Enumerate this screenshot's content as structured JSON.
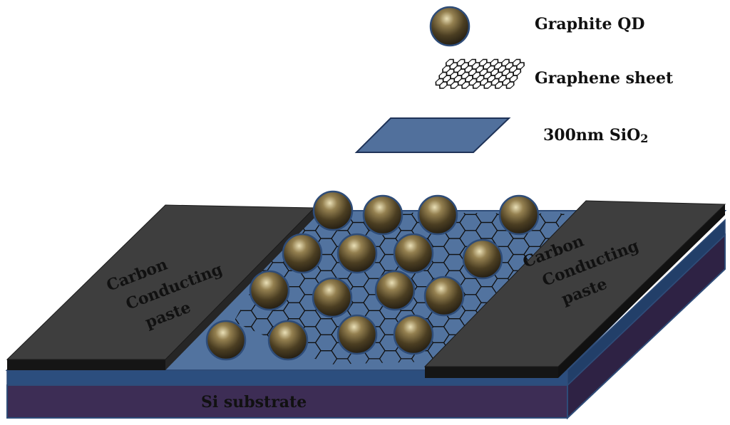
{
  "legend": {
    "quantum_dot_label": "Graphite QD",
    "graphene_label": "Graphene sheet",
    "oxide_label_main": "300nm SiO",
    "oxide_label_subscript": "2"
  },
  "device": {
    "left_paste_lines": [
      "Carbon",
      "Conducting",
      "paste"
    ],
    "right_paste_lines": [
      "Carbon",
      "Conducting",
      "paste"
    ],
    "substrate_label": "Si substrate"
  },
  "colors": {
    "substrate_front": "#3d2d55",
    "substrate_side": "#2e2244",
    "oxide_layer": "#2c4e7e",
    "oxide_top": "#52739f",
    "paste_top": "#3e3e3e",
    "paste_edge": "#151515",
    "quantum_dot": "#5a4a28",
    "outline": "#2e4c78"
  },
  "icons": {
    "quantum_dot": "sphere-icon",
    "graphene": "hexagon-lattice-icon",
    "oxide": "parallelogram-slab-icon"
  }
}
